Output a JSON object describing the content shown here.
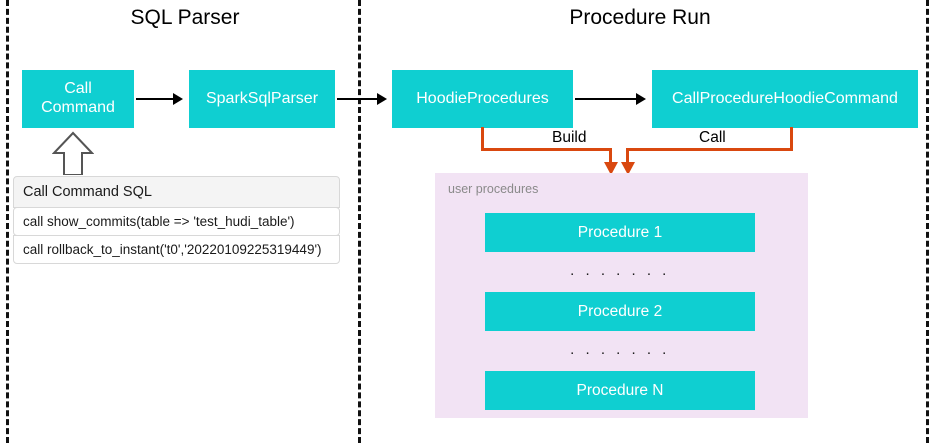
{
  "diagram": {
    "sections": [
      {
        "id": "sql-parser",
        "title": "SQL Parser"
      },
      {
        "id": "procedure-run",
        "title": "Procedure Run"
      }
    ],
    "nodes": {
      "call_command": "Call\nCommand",
      "call_command_line1": "Call",
      "call_command_line2": "Command",
      "spark_sql_parser": "SparkSqlParser",
      "hoodie_procedures": "HoodieProcedures",
      "call_procedure_hoodie_command": "CallProcedureHoodieCommand"
    },
    "connector_labels": {
      "build": "Build",
      "call": "Call"
    },
    "sql_table": {
      "header": "Call Command SQL",
      "rows": [
        "call show_commits(table => 'test_hudi_table')",
        "call rollback_to_instant('t0','20220109225319449')"
      ]
    },
    "procedures_panel": {
      "label": "user procedures",
      "items": [
        {
          "name": "Procedure 1"
        },
        {
          "name": "Procedure 2"
        },
        {
          "name": "Procedure N"
        }
      ],
      "separator": ". . . . . . ."
    },
    "colors": {
      "node_fill": "#0FCFD1",
      "node_text": "#FFFFFF",
      "panel_fill": "#F2E3F4",
      "connector_orange": "#D9480F",
      "flow_arrow": "#000000",
      "divider": "#111111",
      "table_header_fill": "#F4F4F4"
    }
  }
}
